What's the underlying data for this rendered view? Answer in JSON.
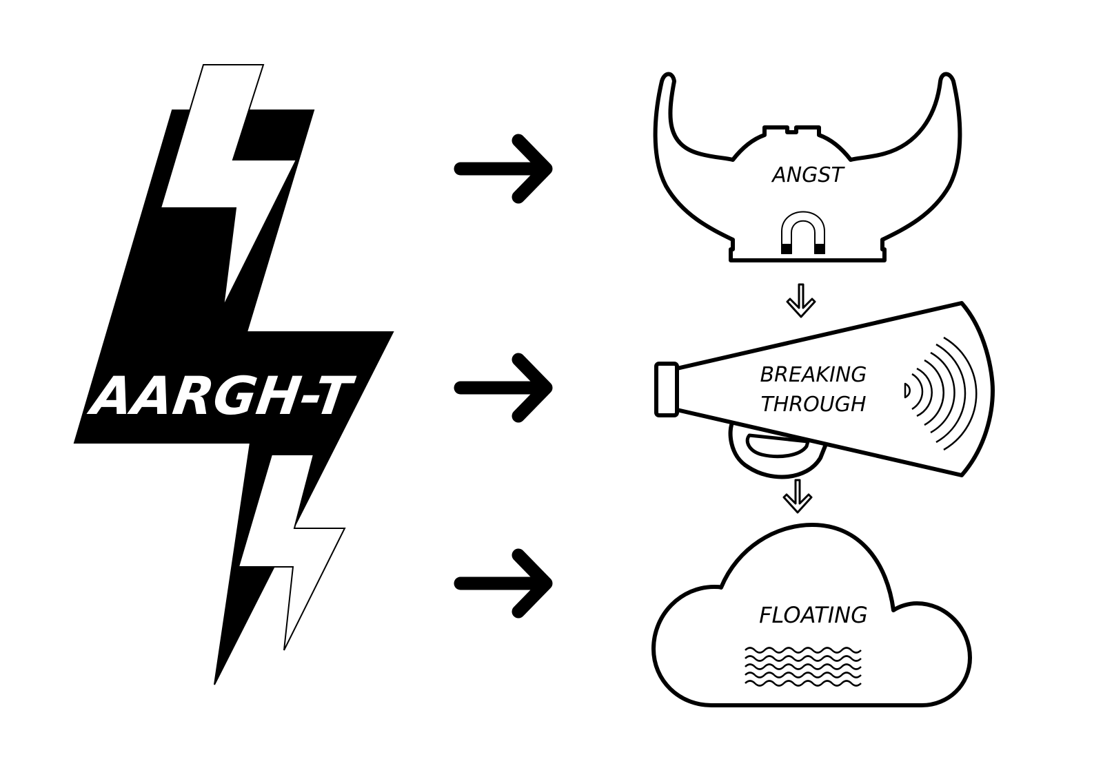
{
  "diagram": {
    "source": {
      "label": "AARGH-T",
      "icon": "lightning-bolt-icon"
    },
    "stages": [
      {
        "label": "ANGST",
        "icon": "viking-helmet-icon",
        "detail_icon": "magnet-icon"
      },
      {
        "label_lines": [
          "BREAKING",
          "THROUGH"
        ],
        "icon": "megaphone-icon",
        "detail_icon": "sound-waves-icon"
      },
      {
        "label": "FLOATING",
        "icon": "cloud-icon",
        "detail_icon": "water-waves-icon"
      }
    ],
    "connectors": {
      "horizontal": "right-arrow-icon",
      "vertical": "down-arrow-icon"
    },
    "colors": {
      "ink": "#000000",
      "paper": "#ffffff"
    }
  }
}
